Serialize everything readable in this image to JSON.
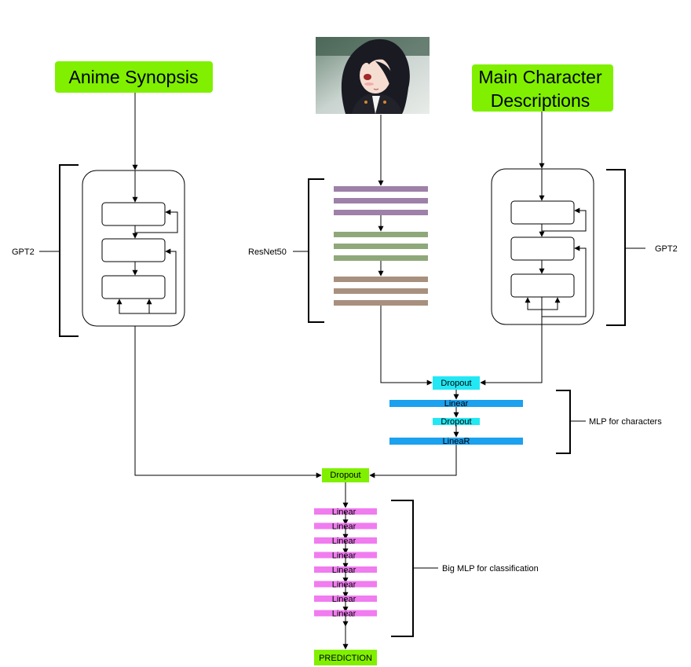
{
  "inputs": {
    "synopsis_label": "Anime Synopsis",
    "characters_label_line1": "Main Character",
    "characters_label_line2": "Descriptions"
  },
  "encoders": {
    "left_encoder_label": "GPT2",
    "image_encoder_label": "ResNet50",
    "right_encoder_label": "GPT2"
  },
  "character_mlp": {
    "dropout_top": "Dropout",
    "linear_1": "Linear",
    "dropout_mid": "Dropout",
    "linear_2": "LineaR",
    "bracket_label": "MLP for characters"
  },
  "fusion": {
    "dropout": "Dropout"
  },
  "classifier": {
    "layers": [
      "Linear",
      "Linear",
      "Linear",
      "Linear",
      "Linear",
      "Linear",
      "Linear",
      "Linear"
    ],
    "bracket_label": "Big MLP for classification"
  },
  "output": {
    "prediction": "PREDICTION"
  },
  "colors": {
    "green": "#80f000",
    "cyan": "#22e8f5",
    "blue": "#1ba1ee",
    "magenta": "#f07cf0",
    "resnet_purple": "#9e80a8",
    "resnet_green": "#8fa87a",
    "resnet_brown": "#a8907e"
  }
}
